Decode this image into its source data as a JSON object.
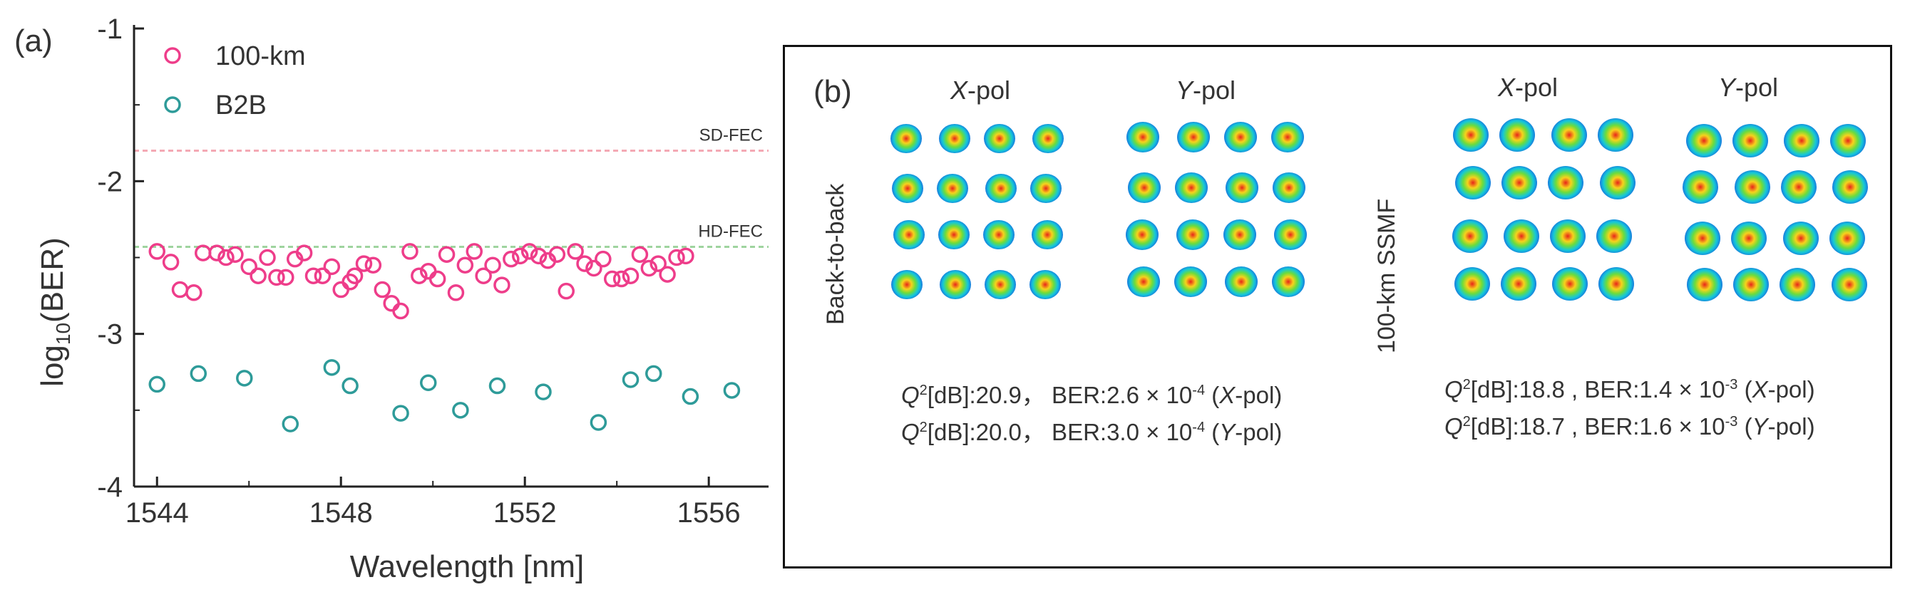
{
  "chart_data": {
    "type": "scatter",
    "panel_label": "(a)",
    "xlabel": "Wavelength [nm]",
    "ylabel_base": "log",
    "ylabel_sub": "10",
    "ylabel_suffix": "(BER)",
    "xlim": [
      1543.5,
      1557.3
    ],
    "ylim": [
      -4,
      -1
    ],
    "xticks": [
      1544,
      1548,
      1552,
      1556
    ],
    "yticks": [
      -4,
      -3,
      -2,
      -1
    ],
    "thresholds": [
      {
        "name": "SD-FEC",
        "value": -1.8,
        "color": "#f4a9b4"
      },
      {
        "name": "HD-FEC",
        "value": -2.43,
        "color": "#9fd49f"
      }
    ],
    "series": [
      {
        "name": "100-km",
        "color": "#ee3d8a",
        "points": [
          [
            1544.0,
            -2.46
          ],
          [
            1544.3,
            -2.53
          ],
          [
            1544.5,
            -2.71
          ],
          [
            1544.8,
            -2.73
          ],
          [
            1545.0,
            -2.47
          ],
          [
            1545.3,
            -2.47
          ],
          [
            1545.5,
            -2.5
          ],
          [
            1545.7,
            -2.48
          ],
          [
            1546.0,
            -2.56
          ],
          [
            1546.2,
            -2.62
          ],
          [
            1546.4,
            -2.5
          ],
          [
            1546.6,
            -2.63
          ],
          [
            1546.8,
            -2.63
          ],
          [
            1547.0,
            -2.51
          ],
          [
            1547.2,
            -2.47
          ],
          [
            1547.4,
            -2.62
          ],
          [
            1547.6,
            -2.62
          ],
          [
            1547.8,
            -2.56
          ],
          [
            1548.0,
            -2.71
          ],
          [
            1548.2,
            -2.66
          ],
          [
            1548.3,
            -2.62
          ],
          [
            1548.5,
            -2.54
          ],
          [
            1548.7,
            -2.55
          ],
          [
            1548.9,
            -2.71
          ],
          [
            1549.1,
            -2.8
          ],
          [
            1549.3,
            -2.85
          ],
          [
            1549.5,
            -2.46
          ],
          [
            1549.7,
            -2.62
          ],
          [
            1549.9,
            -2.59
          ],
          [
            1550.1,
            -2.64
          ],
          [
            1550.3,
            -2.48
          ],
          [
            1550.5,
            -2.73
          ],
          [
            1550.7,
            -2.55
          ],
          [
            1550.9,
            -2.46
          ],
          [
            1551.1,
            -2.62
          ],
          [
            1551.3,
            -2.55
          ],
          [
            1551.5,
            -2.68
          ],
          [
            1551.7,
            -2.51
          ],
          [
            1551.9,
            -2.49
          ],
          [
            1552.1,
            -2.46
          ],
          [
            1552.3,
            -2.49
          ],
          [
            1552.5,
            -2.52
          ],
          [
            1552.7,
            -2.48
          ],
          [
            1552.9,
            -2.72
          ],
          [
            1553.1,
            -2.46
          ],
          [
            1553.3,
            -2.54
          ],
          [
            1553.5,
            -2.57
          ],
          [
            1553.7,
            -2.51
          ],
          [
            1553.9,
            -2.64
          ],
          [
            1554.1,
            -2.64
          ],
          [
            1554.3,
            -2.62
          ],
          [
            1554.5,
            -2.48
          ],
          [
            1554.7,
            -2.57
          ],
          [
            1554.9,
            -2.54
          ],
          [
            1555.1,
            -2.61
          ],
          [
            1555.3,
            -2.5
          ],
          [
            1555.5,
            -2.49
          ]
        ]
      },
      {
        "name": "B2B",
        "color": "#2e9b99",
        "points": [
          [
            1544.0,
            -3.33
          ],
          [
            1544.9,
            -3.26
          ],
          [
            1545.9,
            -3.29
          ],
          [
            1546.9,
            -3.59
          ],
          [
            1547.8,
            -3.22
          ],
          [
            1548.2,
            -3.34
          ],
          [
            1549.3,
            -3.52
          ],
          [
            1549.9,
            -3.32
          ],
          [
            1550.6,
            -3.5
          ],
          [
            1551.4,
            -3.34
          ],
          [
            1552.4,
            -3.38
          ],
          [
            1553.6,
            -3.58
          ],
          [
            1554.3,
            -3.3
          ],
          [
            1554.8,
            -3.26
          ],
          [
            1555.6,
            -3.41
          ],
          [
            1556.5,
            -3.37
          ]
        ]
      }
    ]
  },
  "panel_b": {
    "label": "(b)",
    "pol_x": "-pol",
    "pol_x_letter": "X",
    "pol_y": "-pol",
    "pol_y_letter": "Y",
    "row_labels": {
      "back_to_back": "Back-to-back",
      "ssmf": "100-km SSMF"
    },
    "metrics_b2b": [
      {
        "q_label": "Q",
        "q_exp": "2",
        "q_rest": "[dB]:20.9，  BER:2.6 × 10",
        "ber_exp": "-4",
        "pol_open": " (",
        "pol_letter": "X",
        "pol_close": "-pol)"
      },
      {
        "q_label": "Q",
        "q_exp": "2",
        "q_rest": "[dB]:20.0，  BER:3.0 × 10",
        "ber_exp": "-4",
        "pol_open": " (",
        "pol_letter": "Y",
        "pol_close": "-pol)"
      }
    ],
    "metrics_ssmf": [
      {
        "q_label": "Q",
        "q_exp": "2",
        "q_rest": "[dB]:18.8 ,  BER:1.4 × 10",
        "ber_exp": "-3",
        "pol_open": " (",
        "pol_letter": "X",
        "pol_close": "-pol)"
      },
      {
        "q_label": "Q",
        "q_exp": "2",
        "q_rest": "[dB]:18.7 ,  BER:1.6 × 10",
        "ber_exp": "-3",
        "pol_open": " (",
        "pol_letter": "Y",
        "pol_close": "-pol)"
      }
    ]
  }
}
